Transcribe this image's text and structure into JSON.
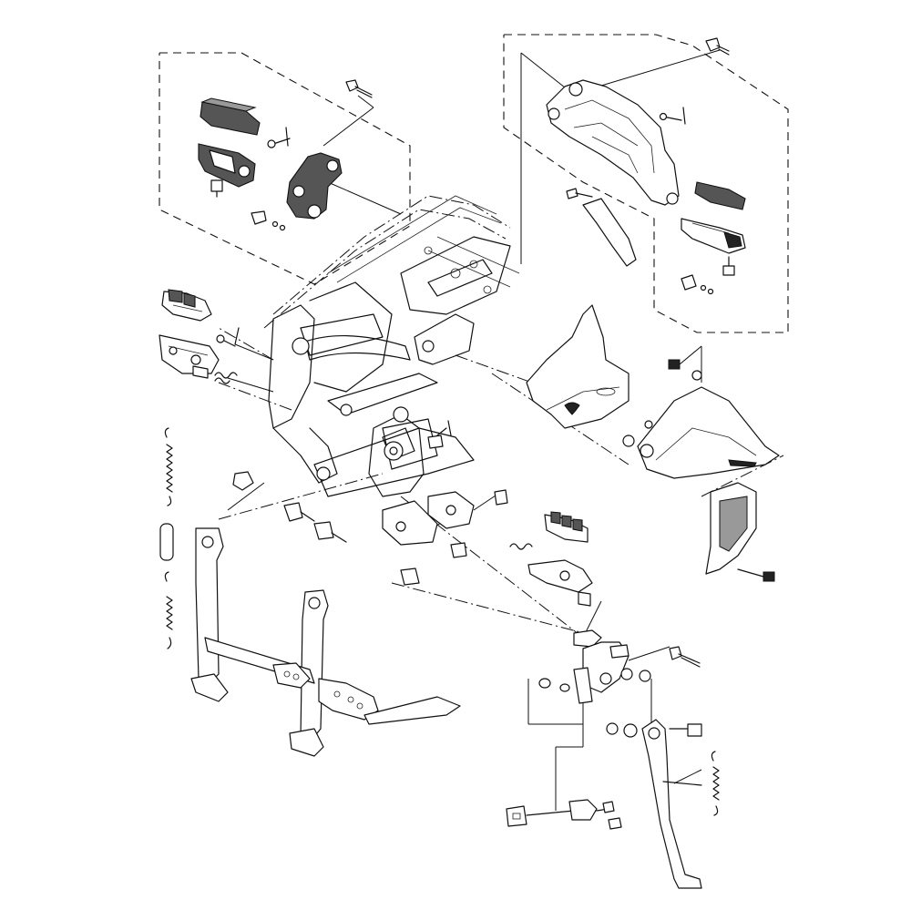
{
  "diagram": {
    "kind": "exploded parts diagram",
    "colors": {
      "line": "#111111",
      "background": "#ffffff",
      "shade": "#555555"
    },
    "groups": [
      {
        "id": "rider-footrest-group",
        "icon": "footrest-icon"
      },
      {
        "id": "passenger-footrest-bracket-group",
        "icon": "bracket-icon"
      },
      {
        "id": "frame-group",
        "icon": "frame-icon"
      },
      {
        "id": "heel-guard-group",
        "icon": "guard-icon"
      },
      {
        "id": "center-stand-group",
        "icon": "center-stand-icon"
      },
      {
        "id": "side-stand-group",
        "icon": "side-stand-icon"
      },
      {
        "id": "springs-group",
        "icon": "spring-icon"
      }
    ]
  }
}
